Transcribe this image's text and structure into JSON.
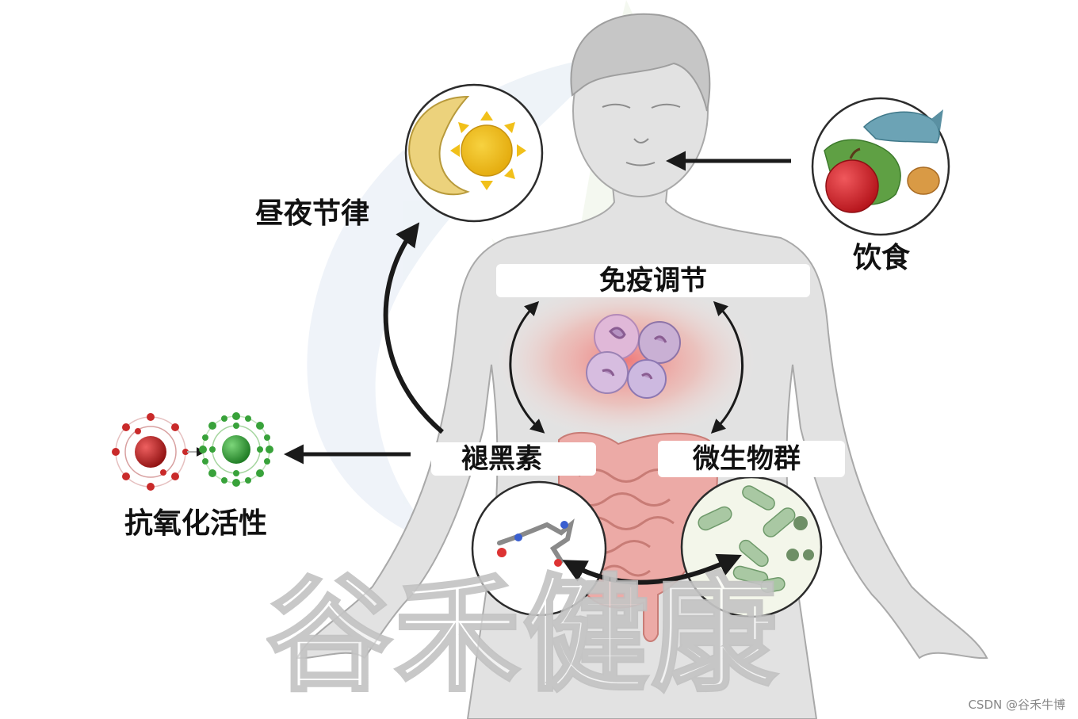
{
  "labels": {
    "circadian": "昼夜节律",
    "diet": "饮食",
    "immune": "免疫调节",
    "melatonin": "褪黑素",
    "microbiota": "微生物群",
    "antioxidant": "抗氧化活性"
  },
  "watermark": "谷禾健康",
  "credit": "CSDN @谷禾牛博",
  "colors": {
    "arrow": "#1a1a1a",
    "skin": "#dcdcdc",
    "moon": "#e8c96a",
    "sun": "#f2c21b",
    "apple": "#d8202a",
    "leaf": "#5a9a3a",
    "fish": "#6ca3b5",
    "walnut": "#d99a45",
    "intestine": "#e9a7a1",
    "immune_glow": "#f26d6d",
    "cell": "#b59ac8",
    "bacteria": "#9fc49c",
    "atom_red": "#c92a2a",
    "atom_green": "#38a23a"
  },
  "icons": {
    "circadian": "moon-sun-icon",
    "diet": "food-icon",
    "melatonin": "melatonin-molecule-icon",
    "microbiota": "bacteria-icon",
    "antioxidant": "atom-icon"
  }
}
